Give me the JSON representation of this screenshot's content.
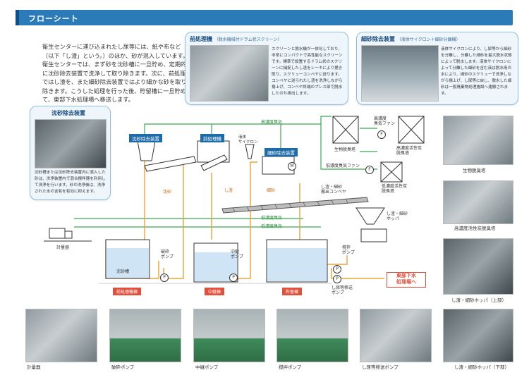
{
  "header": {
    "title": "フローシート"
  },
  "intro": {
    "text": "衛生センターに運び込まれたし尿等には、紙や布など（以下「し渣」という。）のほか、砂が混入しています。衛生センターでは、まず砂を沈砂槽に一旦貯め、定期的に沈砂除去装置で洗浄して取り除きます。次に、前処理機ではし渣を、また細砂除去装置ではより細かな砂を取り除きます。こうした処理を行った後、貯留槽に一旦貯めて、東部下水処理場へ移送します。"
  },
  "callouts": {
    "pretreatment": {
      "title": "前処理機",
      "subtitle": "（脱水機械付ドラム状スクリーン）",
      "text": "スクリーンと脱水機が一体化しており、非常にコンパクトで高性能なスクリーンです。標準で設置するドラム状のスクリーンに捕捉したし渣をレーキにより掻き取り、スクリューコンベヤに送ります。コンベヤに送られたし渣を洗浄しながら揚上げ、コンベヤ終端のプレス部で脱水したのち排出します。"
    },
    "fine_sand": {
      "title": "細砂除去装置",
      "subtitle": "（液体サイクロン＋細砂分離機）",
      "text": "液体サイクロンにより、し尿等から細砂を分離し、分離した細砂を最大脱水状態によって脱水します。液体サイクロンによって分離した細砂を含む液は脱水用の水により、細砂のスクリューで洗浄しながら揚上げ、し尿等に戻し、脱水した細砂は一般廃棄物処理施設へ運搬されます。"
    },
    "sand_removal": {
      "title": "沈砂除去装置",
      "text": "沈砂槽または沈砂除去装置内に混入した砂は、洗浄装置内で混合攪拌器を利用して洗浄を行います。砂の洗浄後は、洗浄された水の含有を有効に抑えます。"
    }
  },
  "diagram": {
    "equip_sand": "沈砂除去装置",
    "equip_pre": "前処理機",
    "equip_fine": "細砂除去装置",
    "high_fan": "高濃度\n臭気ファン",
    "low_fan": "低濃度臭気ファン",
    "bio_tower": "生物脱臭塔",
    "high_tower": "高濃度活性炭\n脱臭塔",
    "low_tower": "低濃度活性炭\n脱臭塔",
    "odor_high": "高濃度臭気",
    "odor_low1": "低濃度臭気",
    "odor_low2": "低濃度臭気",
    "odor_low3": "低濃度臭気",
    "cyclone": "液体\nサイクロン",
    "sand_label": "沈砂",
    "shisa_label": "し渣",
    "fine_sand_label": "細砂",
    "conveyor": "し渣・細砂\n搬出コンベヤ",
    "hopper": "し渣・細砂\nホッパ",
    "truck_scale": "計量器",
    "sand_tank": "沈砂槽",
    "pump_wash": "破砕\nポンプ",
    "pump_relay": "中継\nポンプ",
    "pump_stir": "撹拌\nポンプ",
    "pump_transfer": "し尿等移送\nポンプ",
    "building_receive": "前処理機棟",
    "building_relay": "中継棟",
    "building_storage": "貯留棟",
    "destination": "東部下水\n処理場へ",
    "pump_symbol": "P",
    "fan_symbol": "F",
    "motor_symbol": "M"
  },
  "side_photos": {
    "bio": "生物脱臭塔",
    "high": "高濃度活性炭脱臭塔",
    "hopper_top": "し渣・細砂ホッパ（上部）",
    "hopper_bottom": "し渣・細砂ホッパ（下部）"
  },
  "bottom_photos": [
    "計量器",
    "破砕ポンプ",
    "中継ポンプ",
    "撹拌ポンプ",
    "し尿等移送ポンプ",
    "し渣・細砂ホッパ（下部）"
  ],
  "colors": {
    "header": "#2b7bb9",
    "orange_line": "#e8a33a",
    "green_line": "#3aa655",
    "gray_line": "#8a8a8a",
    "red_label": "#e0503c"
  }
}
